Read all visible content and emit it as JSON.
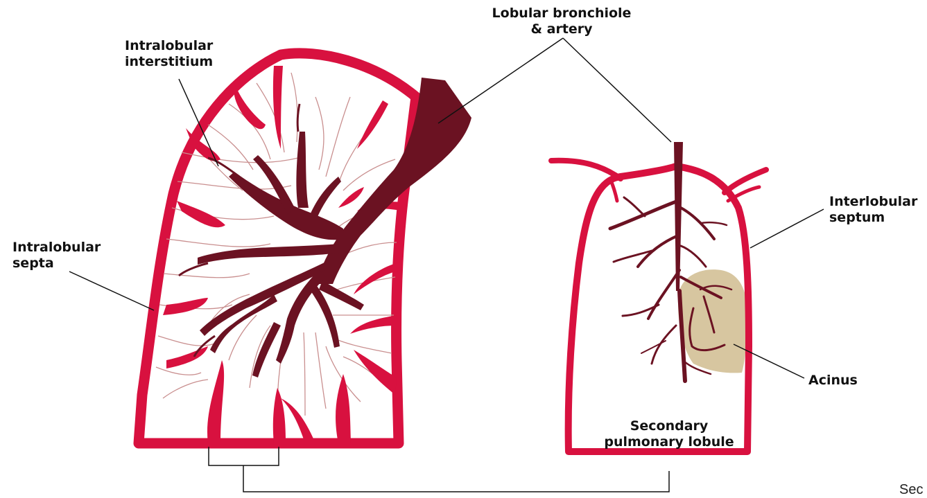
{
  "labels": {
    "intralobular_interstitium": "Intralobular\ninterstitium",
    "lobular_bronchiole_artery": "Lobular bronchiole\n& artery",
    "intralobular_septa": "Intralobular\nsepta",
    "interlobular_septum": "Interlobular\nseptum",
    "acinus": "Acinus",
    "secondary_pulmonary_lobule": "Secondary\npulmonary lobule",
    "cropped_text": "Sec"
  },
  "colors": {
    "septum": "#d8113f",
    "bronchiole": "#6b1222",
    "interstitium": "#c98f8f",
    "acinus": "#d7c6a0",
    "leader": "#111111"
  }
}
